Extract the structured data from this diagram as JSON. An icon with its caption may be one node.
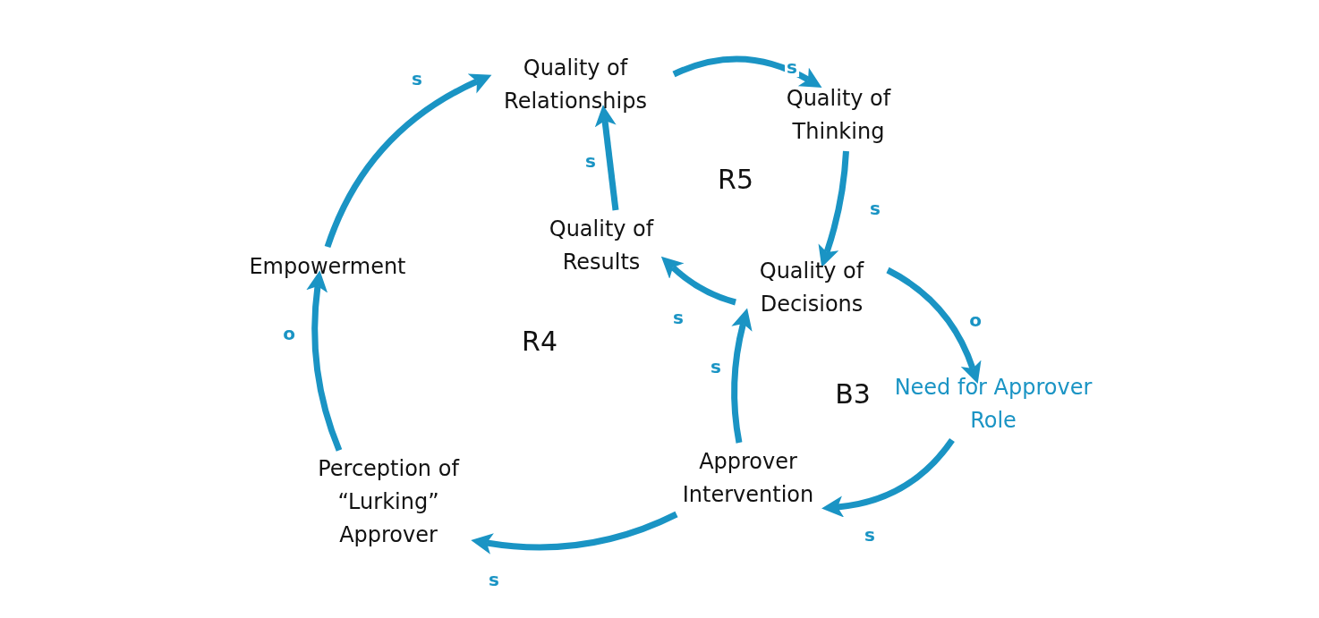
{
  "diagram": {
    "nodes": [
      {
        "text": [
          "Quality of Relationships"
        ]
      },
      {
        "text": [
          "Quality of Thinking"
        ]
      },
      {
        "text": [
          "Quality of Results"
        ]
      },
      {
        "text": [
          "Empowerment"
        ]
      },
      {
        "text": [
          "Quality of Decisions"
        ]
      },
      {
        "text": [
          "Need for Approver Role"
        ]
      },
      {
        "text": [
          "Perception of “Lurking” Approver"
        ]
      },
      {
        "text": [
          "Approver Intervention"
        ]
      }
    ],
    "edges": [
      {
        "from": 0,
        "to": 1,
        "arrow": "to",
        "label": "s"
      },
      {
        "from": 1,
        "to": 4,
        "arrow": "to",
        "label": "s"
      },
      {
        "from": 2,
        "to": 0,
        "arrow": "to",
        "label": "s"
      },
      {
        "from": 4,
        "to": 2,
        "arrow": "to",
        "label": "s"
      },
      {
        "from": 4,
        "to": 5,
        "arrow": "to",
        "label": "o"
      },
      {
        "from": 5,
        "to": 7,
        "arrow": "to",
        "label": "s"
      },
      {
        "from": 7,
        "to": 4,
        "arrow": "to",
        "label": "s"
      },
      {
        "from": 7,
        "to": 6,
        "arrow": "to",
        "label": "s"
      },
      {
        "from": 6,
        "to": 3,
        "arrow": "to",
        "label": "o"
      },
      {
        "from": 3,
        "to": 0,
        "arrow": "to",
        "label": "s"
      }
    ],
    "labels": [
      "R5",
      "R4",
      "B3"
    ]
  }
}
